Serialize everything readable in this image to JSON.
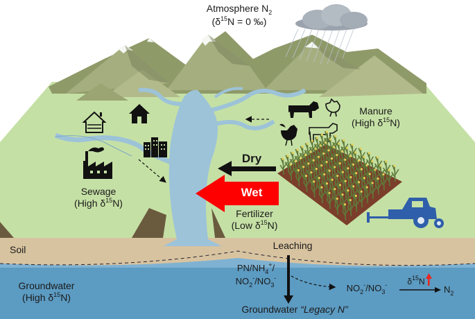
{
  "labels": {
    "atmosphere_line1": "Atmosphere N",
    "atmosphere_sub": "2",
    "atmosphere_line2_pre": "(δ",
    "atmosphere_line2_sup": "15",
    "atmosphere_line2_post": "N = 0 ‰)",
    "manure": "Manure",
    "manure_delta_pre": "(High δ",
    "manure_delta_sup": "15",
    "manure_delta_post": "N)",
    "sewage": "Sewage",
    "sewage_delta_pre": "(High δ",
    "sewage_delta_sup": "15",
    "sewage_delta_post": "N)",
    "dry": "Dry",
    "wet": "Wet",
    "fertilizer": "Fertilizer",
    "fertilizer_delta_pre": "(Low δ",
    "fertilizer_delta_sup": "15",
    "fertilizer_delta_post": "N)",
    "soil": "Soil",
    "leaching": "Leaching",
    "groundwater": "Groundwater",
    "groundwater_delta_pre": "(High δ",
    "groundwater_delta_sup": "15",
    "groundwater_delta_post": "N)",
    "species_pn": "PN/NH",
    "species_nh_sub": "4",
    "species_nh_sup": "+",
    "species_slash": "/",
    "species_no2": "NO",
    "species_no2_sub": "2",
    "species_no2_sup": "-",
    "species_no3": "/NO",
    "species_no3_sub": "3",
    "species_no3_sup": "-",
    "nitrate_no2": "NO",
    "nitrate_no2_sub": "2",
    "nitrate_no2_sup": "-",
    "nitrate_no3": "/NO",
    "nitrate_no3_sub": "3",
    "nitrate_no3_sup": "-",
    "delta_pre": "δ",
    "delta_sup": "15",
    "delta_post": "N",
    "n2": "N",
    "n2_sub": "2",
    "legacy_pre": "Groundwater ",
    "legacy_it": "“Legacy N”"
  },
  "colors": {
    "land": "#c5e0a5",
    "mountain": "#a5ae7e",
    "mountain_dark": "#6f7752",
    "snow": "#f4f7f2",
    "river": "#9dc3d9",
    "soil": "#d8c3a0",
    "groundwater": "#5c9bc2",
    "groundwater_light": "#7fb2d2",
    "wet_arrow": "#ff0000",
    "delta_arrow": "#e8261f",
    "tractor": "#2f5eaa",
    "crop_soil": "#7a3e2a",
    "crop": "#5f7a3a"
  }
}
